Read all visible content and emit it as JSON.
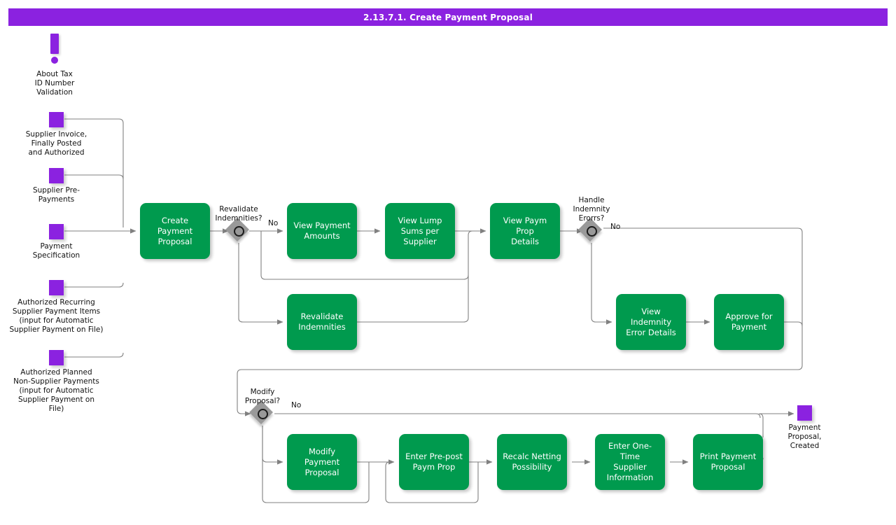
{
  "header": {
    "title": "2.13.7.1. Create Payment Proposal",
    "bar_color": "#8B22E0",
    "title_color": "#FFFFFF"
  },
  "theme": {
    "task_color": "#009A4E",
    "event_color": "#8B22E0",
    "gateway_color": "#999999",
    "connector_color": "#808080",
    "text_color": "#111111"
  },
  "annotation": {
    "icon": "exclamation-mark-icon",
    "label_line1": "About Tax",
    "label_line2": "ID Number",
    "label_line3": "Validation"
  },
  "start_events": [
    {
      "label_line1": "Supplier Invoice,",
      "label_line2": "Finally Posted",
      "label_line3": "and Authorized"
    },
    {
      "label_line1": "Supplier Pre-",
      "label_line2": "Payments"
    },
    {
      "label_line1": "Payment",
      "label_line2": "Specification"
    },
    {
      "label_line1": "Authorized Recurring",
      "label_line2": "Supplier Payment Items",
      "label_line3": "(input for Automatic",
      "label_line4": "Supplier Payment on File)"
    },
    {
      "label_line1": "Authorized Planned",
      "label_line2": "Non-Supplier Payments",
      "label_line3": "(input for Automatic",
      "label_line4": "Supplier Payment on",
      "label_line5": "File)"
    }
  ],
  "end_event": {
    "label_line1": "Payment",
    "label_line2": "Proposal,",
    "label_line3": "Created"
  },
  "tasks": {
    "create_payment_proposal": "Create\nPayment\nProposal",
    "view_payment_amounts": "View Payment\nAmounts",
    "view_lump_sums": "View Lump\nSums per\nSupplier",
    "view_paym_prop_details": "View Paym Prop\nDetails",
    "revalidate_indemnities": "Revalidate\nIndemnities",
    "view_indemnity_error_details": "View Indemnity\nError Details",
    "approve_for_payment": "Approve for\nPayment",
    "modify_payment_proposal": "Modify Payment\nProposal",
    "enter_pre_post_paym_prop": "Enter Pre-post\nPaym Prop",
    "recalc_netting_possibility": "Recalc Netting\nPossibility",
    "enter_one_time_supplier_information": "Enter One-Time\nSupplier\nInformation",
    "print_payment_proposal": "Print Payment\nProposal"
  },
  "gateways": {
    "revalidate_indemnities": {
      "label_line1": "Revalidate",
      "label_line2": "Indemnities?"
    },
    "handle_indemnity_errors": {
      "label_line1": "Handle",
      "label_line2": "Indemnity",
      "label_line3": "Erorrs?"
    },
    "modify_proposal": {
      "label_line1": "Modify",
      "label_line2": "Proposal?"
    }
  },
  "edge_labels": {
    "revalidate_no": "No",
    "handle_indemnity_no": "No",
    "modify_no": "No"
  }
}
